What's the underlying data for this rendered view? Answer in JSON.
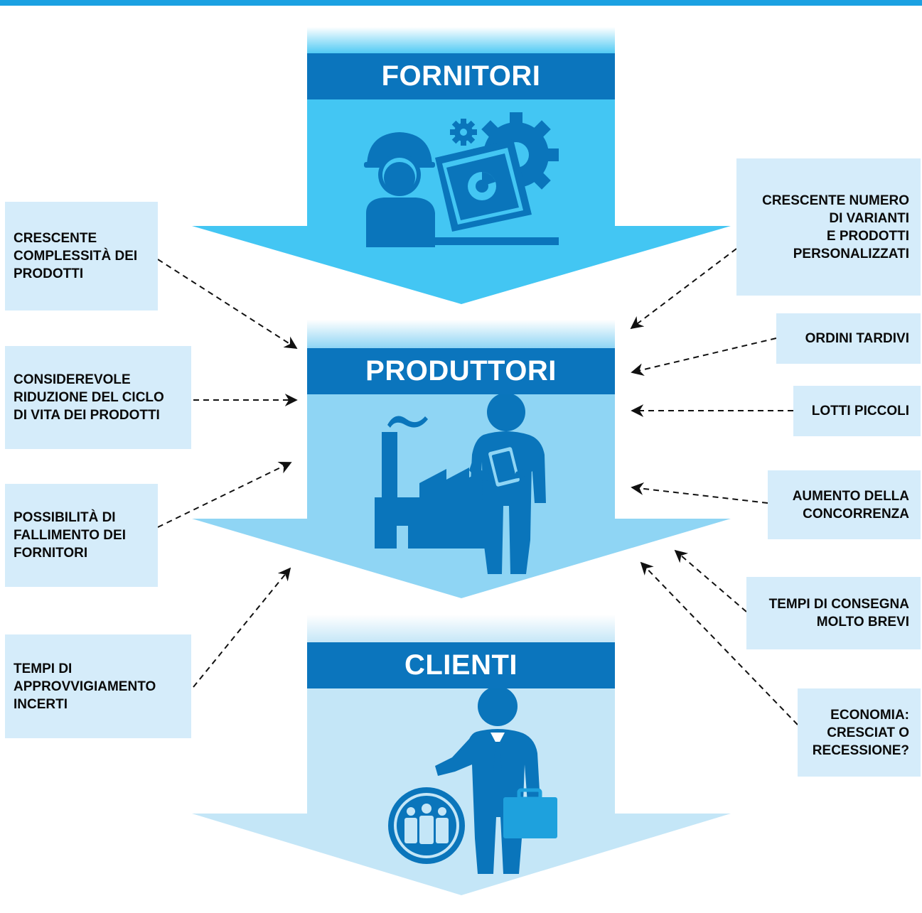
{
  "colors": {
    "accent_bar": "#1ba1e2",
    "banner": "#0b75bd",
    "stage1_arrow": "#43c6f3",
    "stage2_arrow": "#8fd5f4",
    "stage3_arrow": "#c4e6f7",
    "factor_box": "#d5ecfa",
    "icon_dark": "#0a75bb"
  },
  "stages": [
    {
      "label": "FORNITORI",
      "icon": "engineer-laptop-gears-icon"
    },
    {
      "label": "PRODUTTORI",
      "icon": "factory-businessman-tablet-icon"
    },
    {
      "label": "CLIENTI",
      "icon": "businessman-customers-group-icon"
    }
  ],
  "left_factors": [
    {
      "text": "CRESCENTE\nCOMPLESSITÀ DEI\nPRODOTTI"
    },
    {
      "text": "CONSIDEREVOLE\nRIDUZIONE DEL CICLO\nDI VITA DEI PRODOTTI"
    },
    {
      "text": "POSSIBILITÀ DI\nFALLIMENTO DEI\nFORNITORI"
    },
    {
      "text": "TEMPI DI\nAPPROVVIGIAMENTO\nINCERTI"
    }
  ],
  "right_factors": [
    {
      "text": "CRESCENTE NUMERO\nDI VARIANTI\nE PRODOTTI\nPERSONALIZZATI"
    },
    {
      "text": "ORDINI TARDIVI"
    },
    {
      "text": "LOTTI PICCOLI"
    },
    {
      "text": "AUMENTO DELLA\nCONCORRENZA"
    },
    {
      "text": "TEMPI DI CONSEGNA\nMOLTO BREVI"
    },
    {
      "text": "ECONOMIA:\nCRESCIAT O\nRECESSIONE?"
    }
  ]
}
